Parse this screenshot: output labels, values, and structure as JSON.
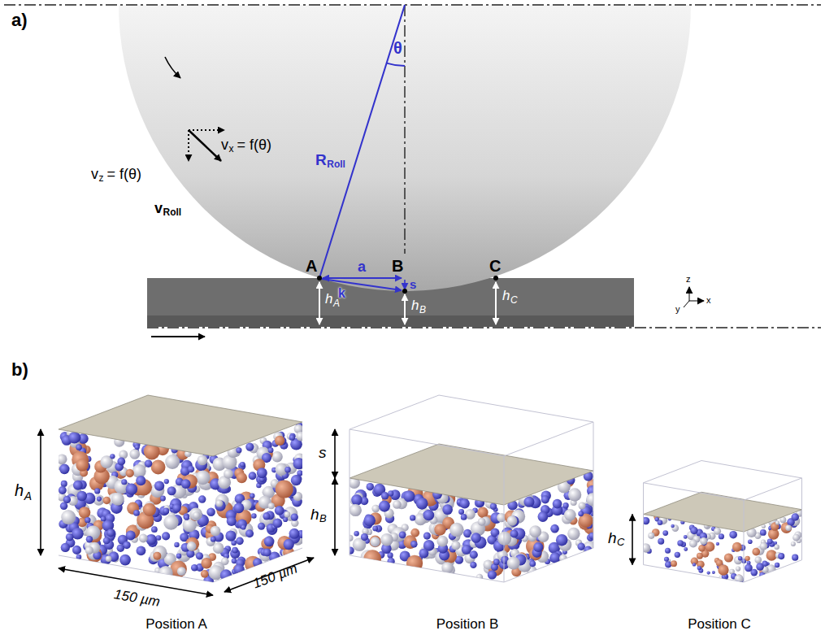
{
  "diagram": {
    "labels": [
      "a)",
      "θ",
      "R",
      "Roll",
      "v",
      "x",
      "= f(θ)",
      "v",
      "z",
      "= f(θ)",
      "v",
      "Roll",
      "A",
      "a",
      "B",
      "C",
      "s",
      "k",
      "h",
      "A",
      "h",
      "B",
      "h",
      "C",
      "z",
      "x",
      "y",
      "b)",
      "h",
      "A",
      "150 µm",
      "150 µm",
      "s",
      "h",
      "B",
      "h",
      "C",
      "Position A",
      "Position B",
      "Position C"
    ]
  }
}
